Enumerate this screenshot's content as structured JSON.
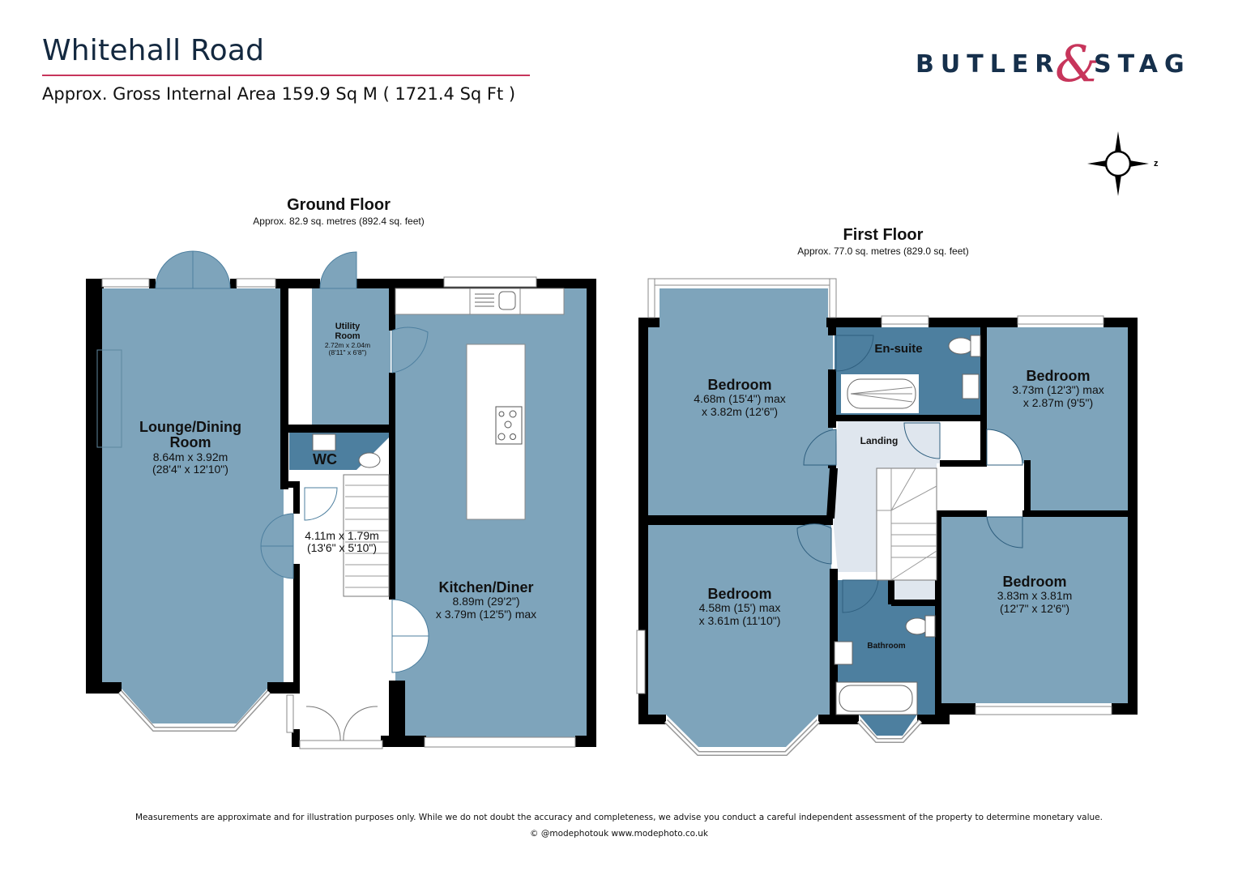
{
  "header": {
    "title": "Whitehall Road",
    "subtitle": "Approx. Gross Internal Area 159.9 Sq M ( 1721.4 Sq Ft )"
  },
  "brand": {
    "word1": "BUTLER",
    "ampersand": "&",
    "word2": "STAG",
    "primary_color": "#16304c",
    "accent_color": "#c7355b"
  },
  "compass": {
    "icon": "compass-rose-icon",
    "label": "z"
  },
  "colors": {
    "room_fill": "#7ea4bb",
    "wet_room_fill": "#4d7f9f",
    "landing_fill": "#dfe6ee",
    "wall": "#000000"
  },
  "ground_floor": {
    "name": "Ground Floor",
    "area": "Approx. 82.9 sq. metres (892.4 sq. feet)",
    "rooms": [
      {
        "name": "Lounge/Dining",
        "name2": "Room",
        "dim1": "8.64m x 3.92m",
        "dim2": "(28'4\" x 12'10\")"
      },
      {
        "name": "Utility",
        "name2": "Room",
        "dim1": "2.72m x 2.04m",
        "dim2": "(8'11\" x 6'8\")"
      },
      {
        "name": "WC"
      },
      {
        "name": "",
        "dim1": "4.11m x 1.79m",
        "dim2": "(13'6\" x 5'10\")"
      },
      {
        "name": "Kitchen/Diner",
        "dim1": "8.89m (29'2\")",
        "dim2": "x 3.79m (12'5\") max"
      }
    ]
  },
  "first_floor": {
    "name": "First Floor",
    "area": "Approx. 77.0 sq. metres (829.0 sq. feet)",
    "rooms": [
      {
        "name": "Bedroom",
        "dim1": "4.68m (15'4\") max",
        "dim2": "x 3.82m (12'6\")"
      },
      {
        "name": "En-suite"
      },
      {
        "name": "Bedroom",
        "dim1": "3.73m (12'3\") max",
        "dim2": "x 2.87m (9'5\")"
      },
      {
        "name": "Landing"
      },
      {
        "name": "Bedroom",
        "dim1": "4.58m (15') max",
        "dim2": "x 3.61m (11'10\")"
      },
      {
        "name": "Bathroom"
      },
      {
        "name": "Bedroom",
        "dim1": "3.83m x 3.81m",
        "dim2": "(12'7\" x 12'6\")"
      }
    ]
  },
  "footer": {
    "disclaimer": "Measurements are approximate and for illustration purposes only.  While we do not doubt the accuracy and completeness, we advise you conduct a careful independent assessment of the property to determine monetary value.",
    "credit": "© @modephotouk www.modephoto.co.uk"
  }
}
